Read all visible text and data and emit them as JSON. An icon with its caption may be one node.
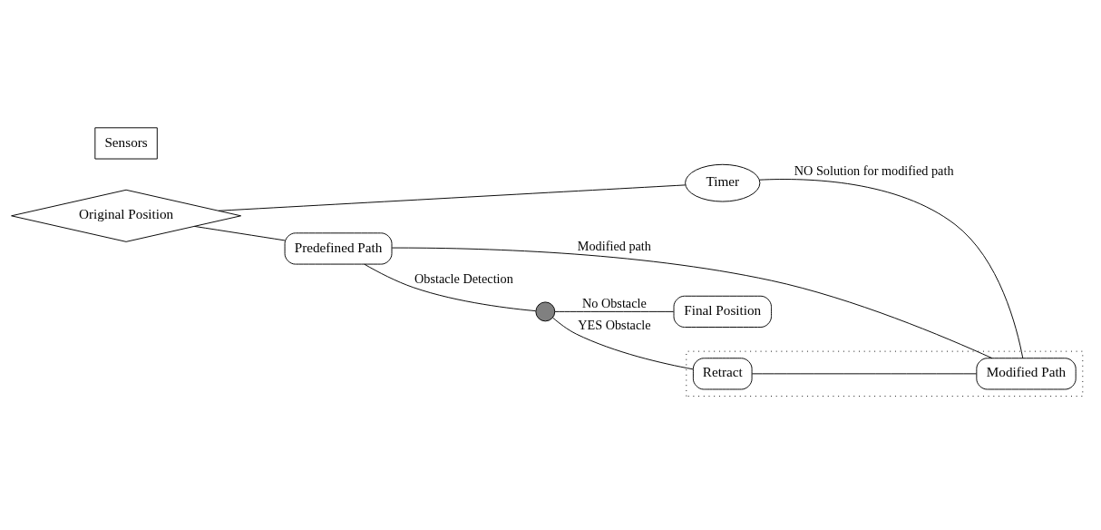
{
  "diagram": {
    "nodes": [
      {
        "text": [
          "Original Position"
        ]
      },
      {
        "text": [
          "Timer"
        ]
      },
      {
        "text": [
          "Predefined Path"
        ]
      },
      {
        "text": [
          "Sensors"
        ]
      },
      {
        "text": [],
        "shape": "circle"
      },
      {
        "text": [],
        "shape": "box"
      },
      {
        "text": [
          "Retract"
        ],
        "in": 5
      },
      {
        "text": [
          "Modified Path"
        ],
        "in": 5
      },
      {
        "text": [
          "Final Position"
        ]
      }
    ],
    "edges": [
      {
        "from": 0,
        "to": 1,
        "arrow": "none"
      },
      {
        "from": 1,
        "to": 7,
        "arrow": "none",
        "label": "NO Solution for modified path"
      },
      {
        "from": 0,
        "to": 2,
        "arrow": "none"
      },
      {
        "from": 2,
        "to": 4,
        "arrow": "none",
        "label": "Obstacle Detection"
      },
      {
        "from": 2,
        "to": 7,
        "arrow": "none",
        "label": "Modified path"
      },
      {
        "from": 4,
        "to": 6,
        "arrow": "none",
        "label": "YES Obstacle"
      },
      {
        "from": 6,
        "to": 7,
        "arrow": "none"
      },
      {
        "from": 4,
        "to": 8,
        "arrow": "none",
        "label": "No Obstacle"
      }
    ]
  }
}
